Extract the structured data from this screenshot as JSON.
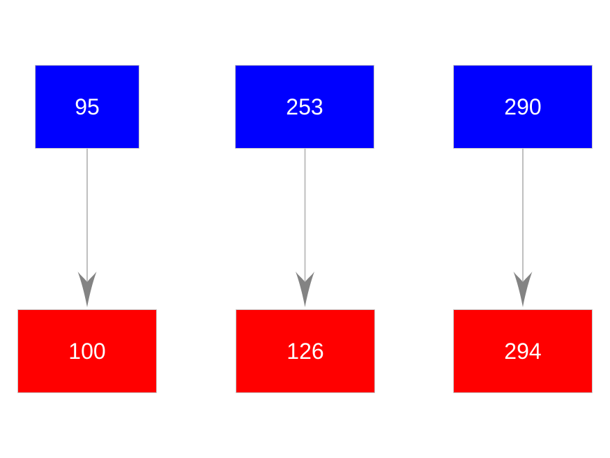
{
  "diagram": {
    "background_color": "#ffffff",
    "node_text_color": "#ffffff",
    "source_row_color": "#0000ff",
    "target_row_color": "#ff0000",
    "node_border_color": "#c8c8c8",
    "arrow": {
      "line_color": "#bfbfbf",
      "head_color": "#838383"
    },
    "pairs": [
      {
        "source_label": "95",
        "target_label": "100"
      },
      {
        "source_label": "253",
        "target_label": "126"
      },
      {
        "source_label": "290",
        "target_label": "294"
      }
    ]
  }
}
